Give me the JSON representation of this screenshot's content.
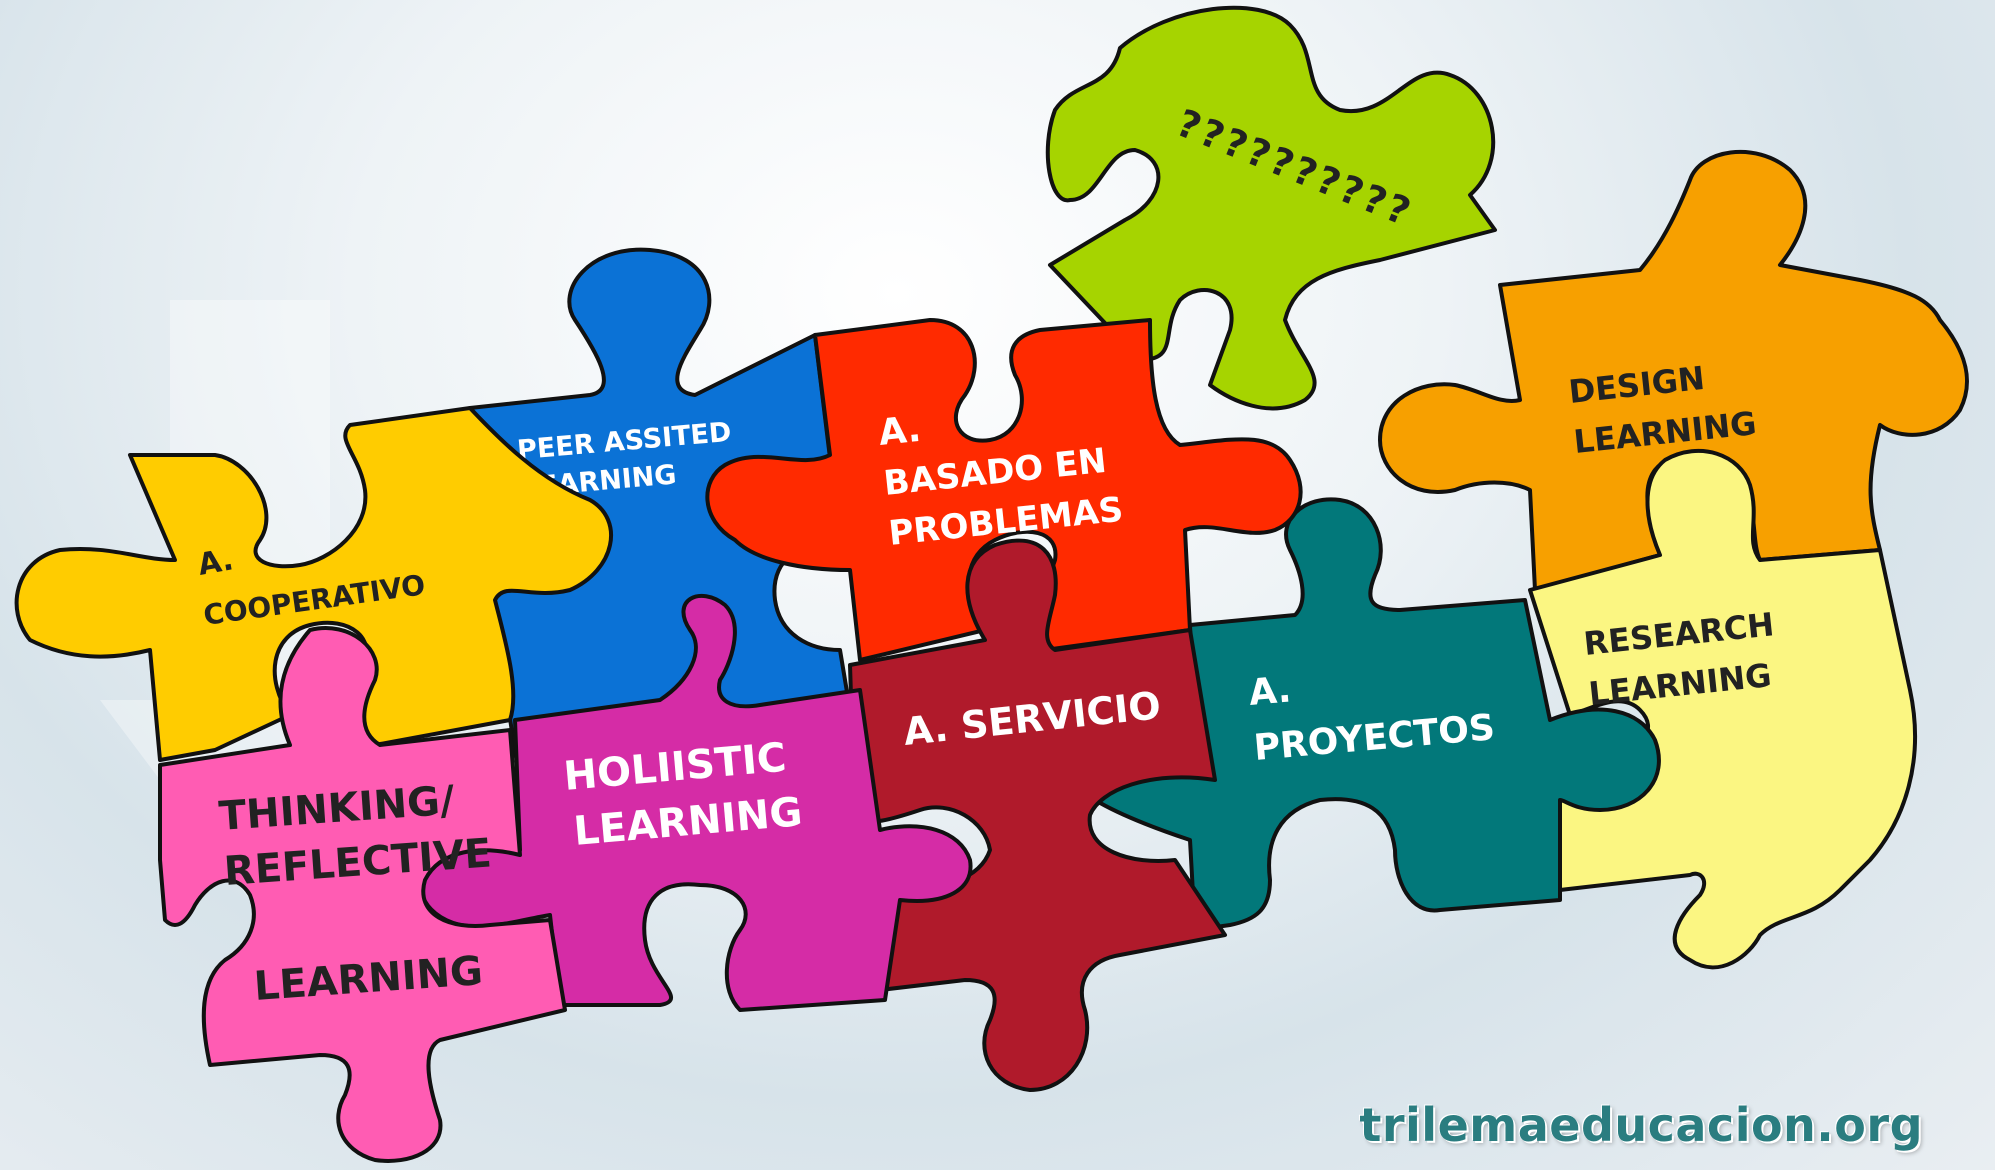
{
  "pieces": {
    "cooperativo": {
      "line1": "A.",
      "line2": "COOPERATIVO",
      "fill": "#ffcc00",
      "text_color": "#222222"
    },
    "peer": {
      "line1": "PEER  ASSITED",
      "line2": "LEARNING",
      "fill": "#0b72d6",
      "text_color": "#ffffff"
    },
    "basado": {
      "line1": "A.",
      "line2": "BASADO EN",
      "line3": "PROBLEMAS",
      "fill": "#ff2a00",
      "text_color": "#ffffff"
    },
    "unknown": {
      "line1": "??????????",
      "fill": "#a6d400",
      "text_color": "#222222"
    },
    "design": {
      "line1": "DESIGN",
      "line2": "LEARNING",
      "fill": "#f7a000",
      "text_color": "#222222"
    },
    "research": {
      "line1": "RESEARCH",
      "line2": "LEARNING",
      "fill": "#fbf682",
      "text_color": "#222222"
    },
    "proyectos": {
      "line1": "A.",
      "line2": "PROYECTOS",
      "fill": "#02787a",
      "text_color": "#ffffff"
    },
    "servicio": {
      "line1": "A. SERVICIO",
      "fill": "#b01a2b",
      "text_color": "#ffffff"
    },
    "holistic": {
      "line1": "HOLIISTIC",
      "line2": "LEARNING",
      "fill": "#d52ca6",
      "text_color": "#ffffff"
    },
    "thinking": {
      "line1": "THINKING/",
      "line2": "REFLECTIVE",
      "line3": "LEARNING",
      "fill": "#ff5cb3",
      "text_color": "#222222"
    }
  },
  "watermark": "trilemaeducacion.org"
}
